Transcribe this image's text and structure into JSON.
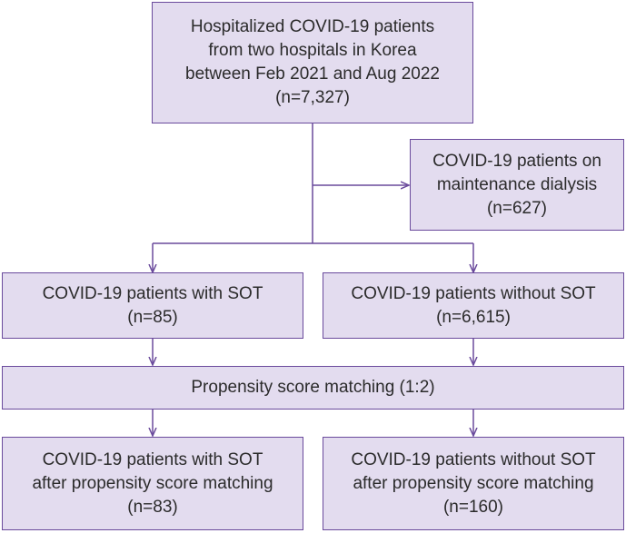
{
  "boxes": {
    "total": {
      "lines": [
        "Hospitalized COVID-19 patients",
        "from two hospitals in Korea",
        "between Feb 2021 and Aug 2022",
        "(n=7,327)"
      ]
    },
    "excluded": {
      "lines": [
        "COVID-19 patients on",
        "maintenance dialysis",
        "(n=627)"
      ]
    },
    "sot": {
      "lines": [
        "COVID-19 patients with SOT",
        "(n=85)"
      ]
    },
    "non_sot": {
      "lines": [
        "COVID-19 patients without SOT",
        "(n=6,615)"
      ]
    },
    "matching": {
      "lines": [
        "Propensity score matching (1:2)"
      ]
    },
    "sot_matched": {
      "lines": [
        "COVID-19 patients with SOT",
        "after propensity score matching",
        "(n=83)"
      ]
    },
    "non_sot_matched": {
      "lines": [
        "COVID-19 patients without SOT",
        "after propensity score matching",
        "(n=160)"
      ]
    }
  },
  "colors": {
    "box_fill": "#e3dcef",
    "box_border": "#6a4a9c",
    "arrow": "#6a4a9c",
    "text": "#2b2b2b"
  }
}
